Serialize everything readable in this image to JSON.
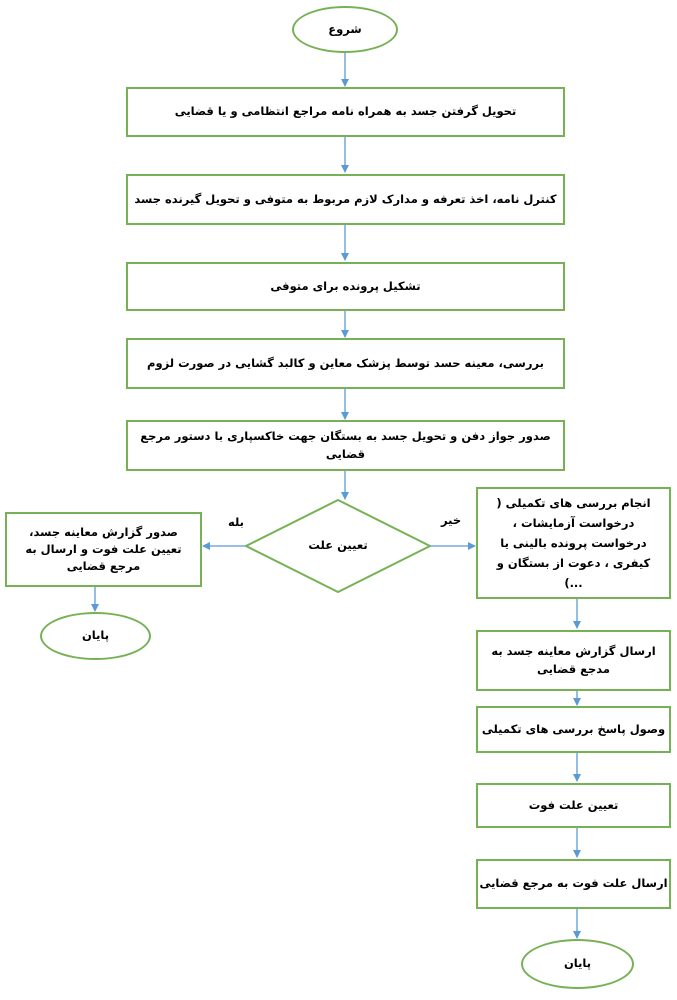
{
  "colors": {
    "node_border": "#77b156",
    "arrow": "#5b9bd5",
    "text": "#000000"
  },
  "nodes": {
    "start": "شروع",
    "receive_body": "تحویل گرفتن جسد به همراه نامه مراجع انتظامی و یا قضایی",
    "check_letter": "کنترل نامه، اخذ تعرفه و مدارک لازم مربوط به متوفی و تحویل گیرنده جسد",
    "create_file": "تشکیل پرونده برای متوفی",
    "examine_body": "بررسی، معینه حسد توسط پزشک معاین و کالبد گشایی در صورت لزوم",
    "issue_burial": "صدور جواز دفن و تحویل جسد به بستگان جهت خاکسپاری با دستور مرجع قضایی",
    "decision": "تعیین علت",
    "report_left": "صدور گزارش معاینه جسد، تعیین علت فوت و ارسال به مرجع قضایی",
    "end_left": "پایان",
    "further_tests": "انجام بررسی های تکمیلی ( درخواست آزمایشات ، درخواست پرونده بالینی یا کیفری ، دعوت از بستگان و ...)",
    "send_report": "ارسال گزارش معاینه جسد به مدجع قضایی",
    "receive_results": "وصول پاسخ بررسی های تکمیلی",
    "determine_cause": "تعیین علت فوت",
    "send_cause": "ارسال علت فوت به مرجع قضایی",
    "end_right": "پایان"
  },
  "edge_labels": {
    "yes": "بله",
    "no": "خیر"
  }
}
